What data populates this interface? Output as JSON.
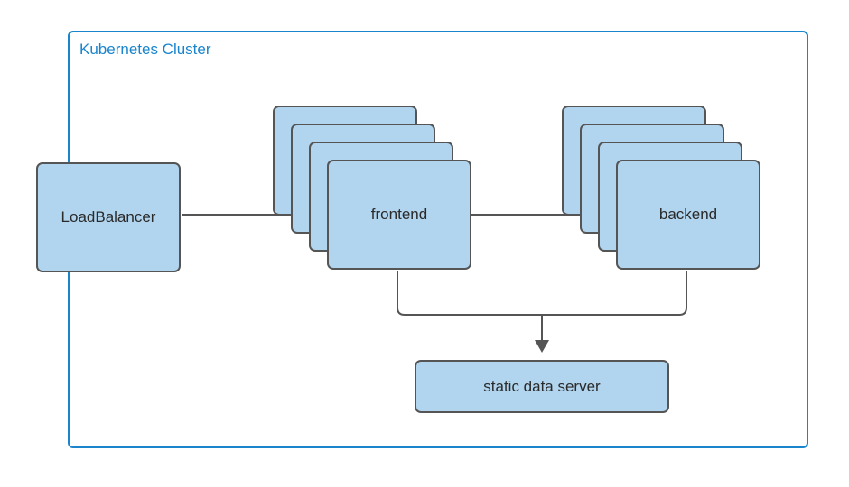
{
  "diagram": {
    "title": "Kubernetes Cluster",
    "cluster": {
      "label": "Kubernetes Cluster",
      "border_color": "#1a85cd",
      "label_color": "#1a85cd"
    },
    "style": {
      "node_fill": "#b1d5ef",
      "node_stroke": "#555555",
      "edge_stroke": "#555555",
      "text_color": "#2a2a2a",
      "background": "#ffffff"
    },
    "nodes": [
      {
        "id": "loadbalancer",
        "label": "LoadBalancer",
        "shape": "rounded-rectangle",
        "replicas": 1,
        "inside_cluster": false
      },
      {
        "id": "frontend",
        "label": "frontend",
        "shape": "stacked-rounded-rectangle",
        "replicas": 4,
        "inside_cluster": true
      },
      {
        "id": "backend",
        "label": "backend",
        "shape": "stacked-rounded-rectangle",
        "replicas": 4,
        "inside_cluster": true
      },
      {
        "id": "static-data-server",
        "label": "static data server",
        "shape": "rounded-rectangle",
        "replicas": 1,
        "inside_cluster": true
      }
    ],
    "edges": [
      {
        "id": "lb-to-frontend",
        "from": "loadbalancer",
        "to": "frontend",
        "label": "",
        "arrow": "single"
      },
      {
        "id": "frontend-to-backend",
        "from": "frontend",
        "to": "backend",
        "label": "",
        "arrow": "single"
      },
      {
        "id": "frontend-to-static",
        "from": "frontend",
        "to": "static-data-server",
        "label": "",
        "arrow": "single"
      },
      {
        "id": "backend-to-static",
        "from": "backend",
        "to": "static-data-server",
        "label": "",
        "arrow": "single"
      }
    ]
  }
}
